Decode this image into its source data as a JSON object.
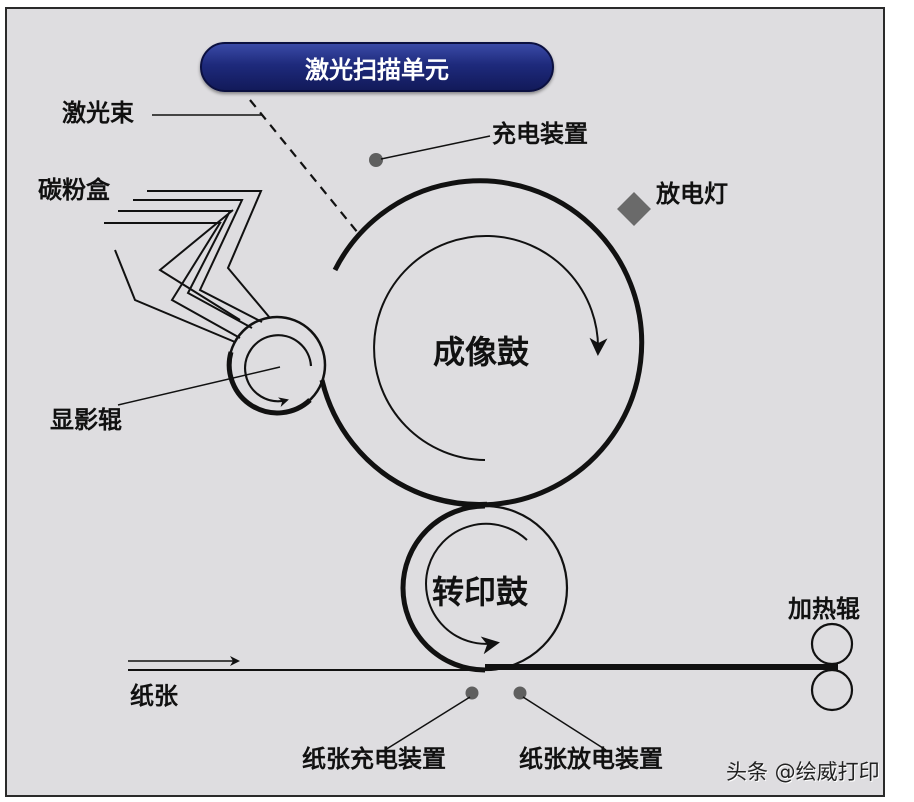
{
  "title_banner": "激光扫描单元",
  "labels": {
    "laser_beam": "激光束",
    "toner_cartridge": "碳粉盒",
    "developer_roller": "显影辊",
    "charging_device": "充电装置",
    "discharge_lamp": "放电灯",
    "imaging_drum": "成像鼓",
    "transfer_drum": "转印鼓",
    "heating_roller": "加热辊",
    "paper": "纸张",
    "paper_charging_device": "纸张充电装置",
    "paper_discharge_device": "纸张放电装置"
  },
  "watermark": "头条 @绘威打印",
  "colors": {
    "banner_top": "#3a4aa6",
    "banner_bottom": "#121a5a",
    "background": "#dedde0",
    "stroke": "#111111",
    "device_gray": "#666666"
  }
}
